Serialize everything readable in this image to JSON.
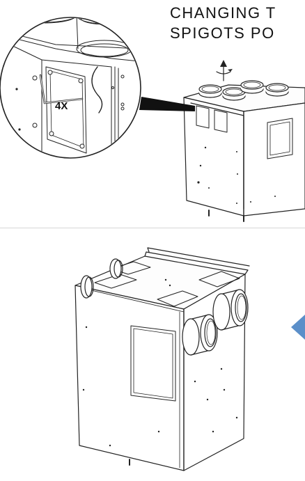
{
  "instructions": {
    "title_line1": "CHANGING T",
    "title_line2": "SPIGOTS PO"
  },
  "callout": {
    "screw_count": "4X"
  },
  "colors": {
    "line": "#222222",
    "arrow_accent": "#5b8fc9",
    "divider": "#d6d6d6"
  }
}
